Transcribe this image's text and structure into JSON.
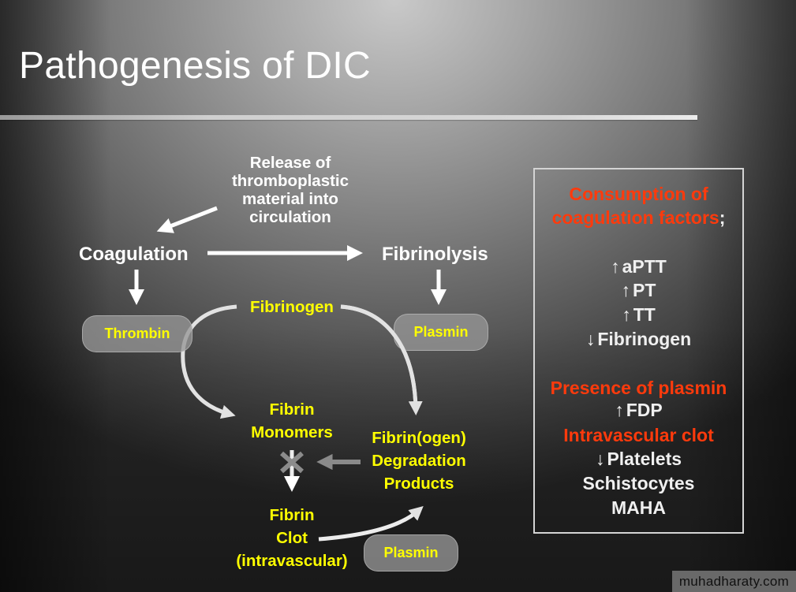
{
  "slide": {
    "title": "Pathogenesis of DIC",
    "colors": {
      "title_text": "#ffffff",
      "diagram_text": "#ffff00",
      "emphasis_red": "#ff3a0c",
      "panel_text": "#f0f0f0",
      "arrow": "#ffffff",
      "pill_fill": "#969696"
    }
  },
  "diagram": {
    "trigger_lines": [
      "Release of",
      "thromboplastic",
      "material into",
      "circulation"
    ],
    "coagulation": "Coagulation",
    "fibrinolysis": "Fibrinolysis",
    "thrombin": "Thrombin",
    "plasmin_top": "Plasmin",
    "fibrinogen": "Fibrinogen",
    "fibrin_monomers_lines": [
      "Fibrin",
      "Monomers"
    ],
    "fdp_lines": [
      "Fibrin(ogen)",
      "Degradation",
      "Products"
    ],
    "fibrin_clot_lines": [
      "Fibrin",
      "Clot",
      "(intravascular)"
    ],
    "plasmin_bottom": "Plasmin",
    "inhibition_mark": "x-mark"
  },
  "panel": {
    "heading_lines": [
      "Consumption of",
      "coagulation factors"
    ],
    "heading_suffix": ";",
    "lab_findings": [
      {
        "direction": "↑",
        "label": "aPTT"
      },
      {
        "direction": "↑",
        "label": "PT"
      },
      {
        "direction": "↑",
        "label": "TT"
      },
      {
        "direction": "↓",
        "label": "Fibrinogen"
      }
    ],
    "plasmin_heading": "Presence of plasmin",
    "plasmin_finding": {
      "direction": "↑",
      "label": "FDP"
    },
    "clot_heading": "Intravascular clot",
    "clot_findings": [
      {
        "direction": "↓",
        "label": "Platelets"
      },
      {
        "direction": "",
        "label": "Schistocytes"
      },
      {
        "direction": "",
        "label": "MAHA"
      }
    ]
  },
  "watermark": "muhadharaty.com"
}
